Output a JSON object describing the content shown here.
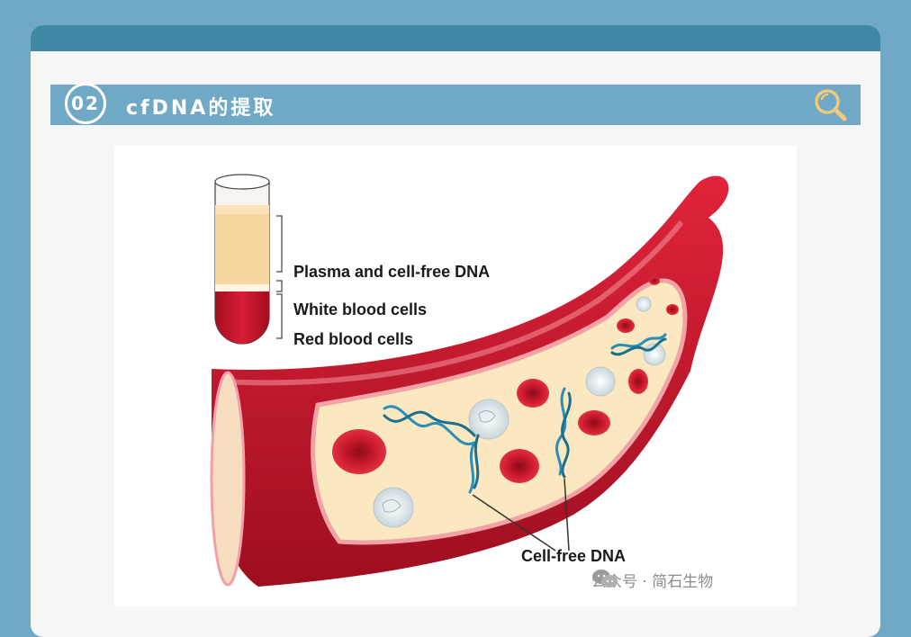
{
  "section": {
    "number": "02",
    "title": "cfDNA的提取"
  },
  "figure": {
    "labels": {
      "plasma": "Plasma and cell-free DNA",
      "wbc": "White blood cells",
      "rbc": "Red blood cells",
      "cfdna": "Cell-free DNA"
    },
    "watermark": "公众号 · 简石生物"
  },
  "colors": {
    "background": "#6fa9c5",
    "card_header": "#3f89a5",
    "icon_gold": "#f0c97a",
    "vessel_red": "#c8102e",
    "plasma": "#fbe7c0"
  },
  "icons": [
    "search-icon",
    "wechat-icon"
  ]
}
